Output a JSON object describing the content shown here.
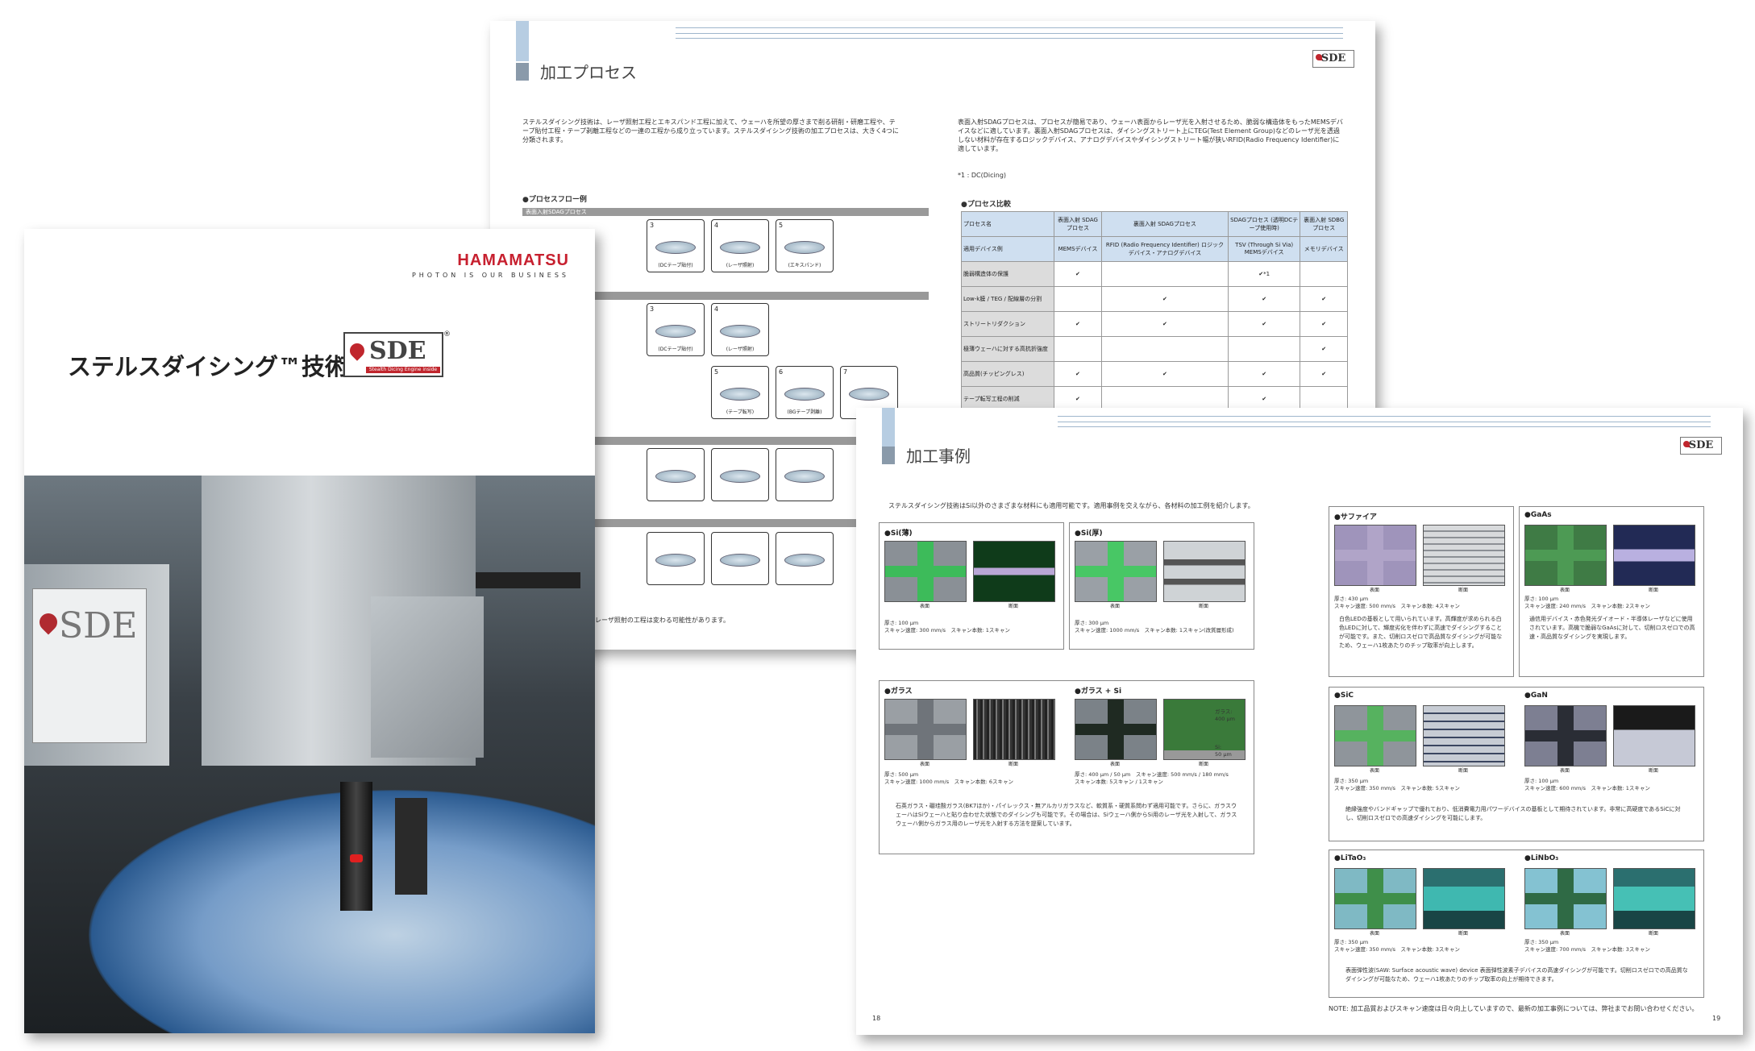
{
  "back_page": {
    "section_title": "加工プロセス",
    "intro": "ステルスダイシング技術は、レーザ照射工程とエキスパンド工程に加えて、ウェーハを所望の厚さまで削る研削・研磨工程や、テープ貼付工程・テープ剥離工程などの一連の工程から成り立っています。ステルスダイシング技術の加工プロセスは、大きく4つに分類されます。",
    "intro_right": "表面入射SDAGプロセスは、プロセスが簡易であり、ウェーハ表面からレーザ光を入射させるため、脆弱な構造体をもったMEMSデバイスなどに適しています。裏面入射SDAGプロセスは、ダイシングストリート上にTEG(Test Element Group)などのレーザ光を透過しない材料が存在するロジックデバイス、アナログデバイスやダイシングストリート幅が狭いRFID(Radio Frequency Identifier)に適しています。",
    "footnote": "*1 : DC(Dicing)",
    "flow_heading": "●プロセスフロー例",
    "flow_row1_label": "表面入射SDAGプロセス",
    "flow_steps": [
      {
        "num": "3",
        "cap": "(DCテープ貼付)"
      },
      {
        "num": "4",
        "cap": "(レーザ照射)"
      },
      {
        "num": "5",
        "cap": "(エキスパンド)"
      },
      {
        "num": "3",
        "cap": "(DCテープ貼付)"
      },
      {
        "num": "4",
        "cap": "(レーザ照射)"
      },
      {
        "num": "5",
        "cap": "(テープ転写)"
      },
      {
        "num": "6",
        "cap": "(BGテープ剥離)"
      },
      {
        "num": "7",
        "cap": ""
      }
    ],
    "compare_heading": "●プロセス比較",
    "table": {
      "head": [
        "プロセス名",
        "表面入射 SDAGプロセス",
        "裏面入射 SDAGプロセス",
        "SDAGプロセス (透明DCテープ使用時)",
        "裏面入射 SDBGプロセス"
      ],
      "row_dev": [
        "適用デバイス例",
        "MEMSデバイス",
        "RFID (Radio Frequency Identifier) ロジックデバイス・アナログデバイス",
        "TSV (Through Si Via) MEMSデバイス",
        "メモリデバイス"
      ],
      "rows": [
        {
          "label": "脆弱構造体の保護",
          "c": [
            "✔",
            "",
            "✔*1",
            ""
          ]
        },
        {
          "label": "Low-k膜 / TEG / 配線層の分割",
          "c": [
            "",
            "✔",
            "✔",
            "✔"
          ]
        },
        {
          "label": "ストリートリダクション",
          "c": [
            "✔",
            "✔",
            "✔",
            "✔"
          ]
        },
        {
          "label": "極薄ウェーハに対する高抗折強度",
          "c": [
            "",
            "",
            "",
            "✔"
          ]
        },
        {
          "label": "高品質(チッピングレス)",
          "c": [
            "✔",
            "✔",
            "✔",
            "✔"
          ]
        },
        {
          "label": "テープ転写工程の削減",
          "c": [
            "✔",
            "",
            "✔",
            ""
          ]
        }
      ]
    },
    "note": "レーザ照射の工程は変わる可能性があります。"
  },
  "mid_page": {
    "section_title": "加工事例",
    "intro": "ステルスダイシング技術はSi以外のさまざまな材料にも適用可能です。適用事例を交えながら、各材料の加工例を紹介します。",
    "samples_left": [
      {
        "name": "●Si(薄)",
        "spec": "厚さ: 100 μm\nスキャン速度: 300 mm/s　スキャン本数: 1スキャン",
        "img_a": "表面",
        "img_b": "断面",
        "cross": "#3dbb5a",
        "bg": "#8a9096"
      },
      {
        "name": "●Si(厚)",
        "spec": "厚さ: 300 μm\nスキャン速度: 1000 mm/s　スキャン本数: 1スキャン(改質層形成)",
        "img_a": "表面",
        "img_b": "断面",
        "cross": "#48c765",
        "bg": "#9aa0a6"
      },
      {
        "name": "●ガラス",
        "spec": "厚さ: 500 μm\nスキャン速度: 1000 mm/s　スキャン本数: 6スキャン",
        "img_a": "表面",
        "img_b": "断面",
        "cross": "#6f747a",
        "bg": "#9a9fa4"
      },
      {
        "name": "●ガラス + Si",
        "spec": "厚さ: 400 μm / 50 μm　スキャン速度: 500 mm/s / 180 mm/s\nスキャン本数: 5スキャン / 1スキャン",
        "img_a": "表面",
        "img_b": "断面",
        "cross": "#1f2a22",
        "bg": "#7b8288"
      }
    ],
    "glass_label": "ガラス:\n400 μm",
    "si_label": "Si:\n50 μm",
    "glass_desc": "石英ガラス・硼珪酸ガラス(BK7ほか)・パイレックス・無アルカリガラスなど、軟質系・硬質系問わず適用可能です。さらに、ガラスウェーハはSiウェーハと貼り合わせた状態でのダイシングも可能です。その場合は、Siウェーハ側からSi用のレーザ光を入射して、ガラスウェーハ側からガラス用のレーザ光を入射する方法を提案しています。",
    "samples_right": [
      {
        "name": "●サファイア",
        "spec": "厚さ: 430 μm\nスキャン速度: 500 mm/s　スキャン本数: 4スキャン",
        "img_a": "表面",
        "img_b": "断面",
        "cross": "#b0a4c8",
        "bg": "#9f94bb"
      },
      {
        "name": "●GaAs",
        "spec": "厚さ: 100 μm\nスキャン速度: 240 mm/s　スキャン本数: 2スキャン",
        "img_a": "表面",
        "img_b": "断面",
        "cross": "#4d9a54",
        "bg": "#3f7b45"
      },
      {
        "name": "●SiC",
        "spec": "厚さ: 350 μm\nスキャン速度: 350 mm/s　スキャン本数: 5スキャン",
        "img_a": "表面",
        "img_b": "断面",
        "cross": "#56b25f",
        "bg": "#8f959b"
      },
      {
        "name": "●GaN",
        "spec": "厚さ: 100 μm\nスキャン速度: 600 mm/s　スキャン本数: 1スキャン",
        "img_a": "表面",
        "img_b": "断面",
        "cross": "#2a2d35",
        "bg": "#7d7f92"
      },
      {
        "name": "●LiTaO₃",
        "spec": "厚さ: 350 μm\nスキャン速度: 350 mm/s　スキャン本数: 3スキャン",
        "img_a": "表面",
        "img_b": "断面",
        "cross": "#3f8f4a",
        "bg": "#7fb9c4"
      },
      {
        "name": "●LiNbO₃",
        "spec": "厚さ: 350 μm\nスキャン速度: 700 mm/s　スキャン本数: 3スキャン",
        "img_a": "表面",
        "img_b": "断面",
        "cross": "#2f6a45",
        "bg": "#84c2d2"
      }
    ],
    "sapphire_desc": "白色LEDの基板として用いられています。高輝度が求められる白色LEDに対して、輝度劣化を伴わずに高速でダイシングすることが可能です。また、切削ロスゼロで高品質なダイシングが可能なため、ウェーハ1枚あたりのチップ取率が向上します。",
    "gaas_desc": "通信用デバイス・赤色発光ダイオード・半導体レーザなどに使用されています。高機で脆弱なGaAsに対して、切削ロスゼロでの高速・高品質なダイシングを実現します。",
    "sic_desc": "絶縁強度やバンドギャップで優れており、低消費電力用パワーデバイスの基板として期待されています。非常に高硬度であるSiCに対し、切削ロスゼロでの高速ダイシングを可能にします。",
    "lt_desc": "表面弾性波(SAW: Surface acoustic wave) device 表面弾性波素子デバイスの高速ダイシングが可能です。切削ロスゼロでの高品質なダイシングが可能なため、ウェーハ1枚あたりのチップ取率の向上が期待できます。",
    "note": "NOTE: 加工品質およびスキャン速度は日々向上していますので、最新の加工事例については、弊社までお問い合わせください。",
    "page_left": "18",
    "page_right": "19"
  },
  "cover": {
    "brand": "HAMAMATSU",
    "tagline": "PHOTON IS OUR BUSINESS",
    "title": "ステルスダイシング™技術",
    "logo_text": "SDE",
    "logo_sub": "Stealth Dicing Engine inside",
    "reg": "®",
    "photo_logo": "SDE"
  },
  "colors": {
    "brand_red": "#c7202f",
    "header_blue": "#cfdff0",
    "accent_gray": "#8a9aaa"
  }
}
